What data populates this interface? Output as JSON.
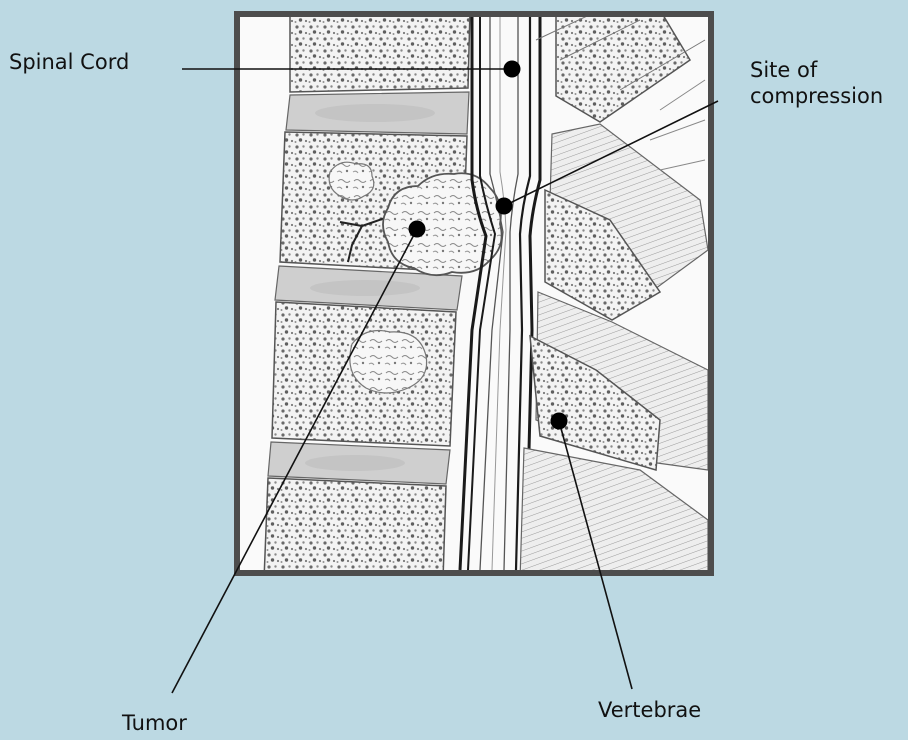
{
  "labels": {
    "spinal_cord": "Spinal Cord",
    "site_of_compression_line1": "Site of",
    "site_of_compression_line2": "compression",
    "tumor": "Tumor",
    "vertebrae": "Vertebrae"
  },
  "colors": {
    "background": "#bcd9e3",
    "frame": "#4d4d4d",
    "illustration_paper": "#fafafa",
    "ink": "#1a1a1a"
  }
}
